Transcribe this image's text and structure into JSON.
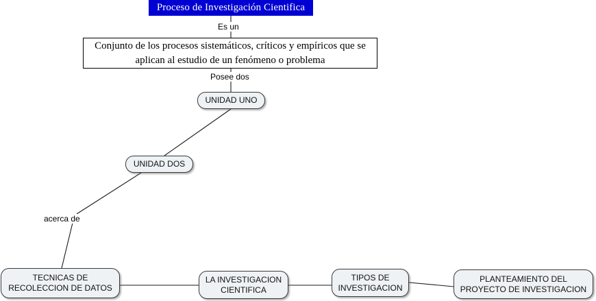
{
  "diagram": {
    "title_banner": {
      "text": "Proceso de Investigación Cientifica",
      "background_color": "#0000d2",
      "text_color": "#ffffff"
    },
    "definition_box": {
      "text": "Conjunto de los procesos sistemáticos, críticos y empíricos que se aplican al estudio de un fenómeno o problema"
    },
    "nodes": [
      {
        "id": "unidad-uno",
        "label": "UNIDAD UNO"
      },
      {
        "id": "unidad-dos",
        "label": "UNIDAD DOS"
      },
      {
        "id": "tecnicas-recoleccion-datos",
        "label_line1": "TECNICAS DE",
        "label_line2": "RECOLECCION DE DATOS"
      },
      {
        "id": "la-investigacion-cientifica",
        "label_line1": "LA INVESTIGACION",
        "label_line2": "CIENTIFICA"
      },
      {
        "id": "tipos-de-investigacion",
        "label_line1": "TIPOS DE",
        "label_line2": "INVESTIGACION"
      },
      {
        "id": "planteamiento-proyecto",
        "label_line1": "PLANTEAMIENTO DEL",
        "label_line2": "PROYECTO DE INVESTIGACION"
      }
    ],
    "link_labels": [
      {
        "id": "es-un",
        "text": "Es un"
      },
      {
        "id": "posee-dos",
        "text": "Posee dos"
      },
      {
        "id": "acerca-de",
        "text": "acerca de"
      }
    ],
    "colors": {
      "node_fill": "#eef2f4",
      "node_border": "#3a3a3a",
      "edge": "#1a1a1a",
      "banner": "#0000d2"
    }
  }
}
